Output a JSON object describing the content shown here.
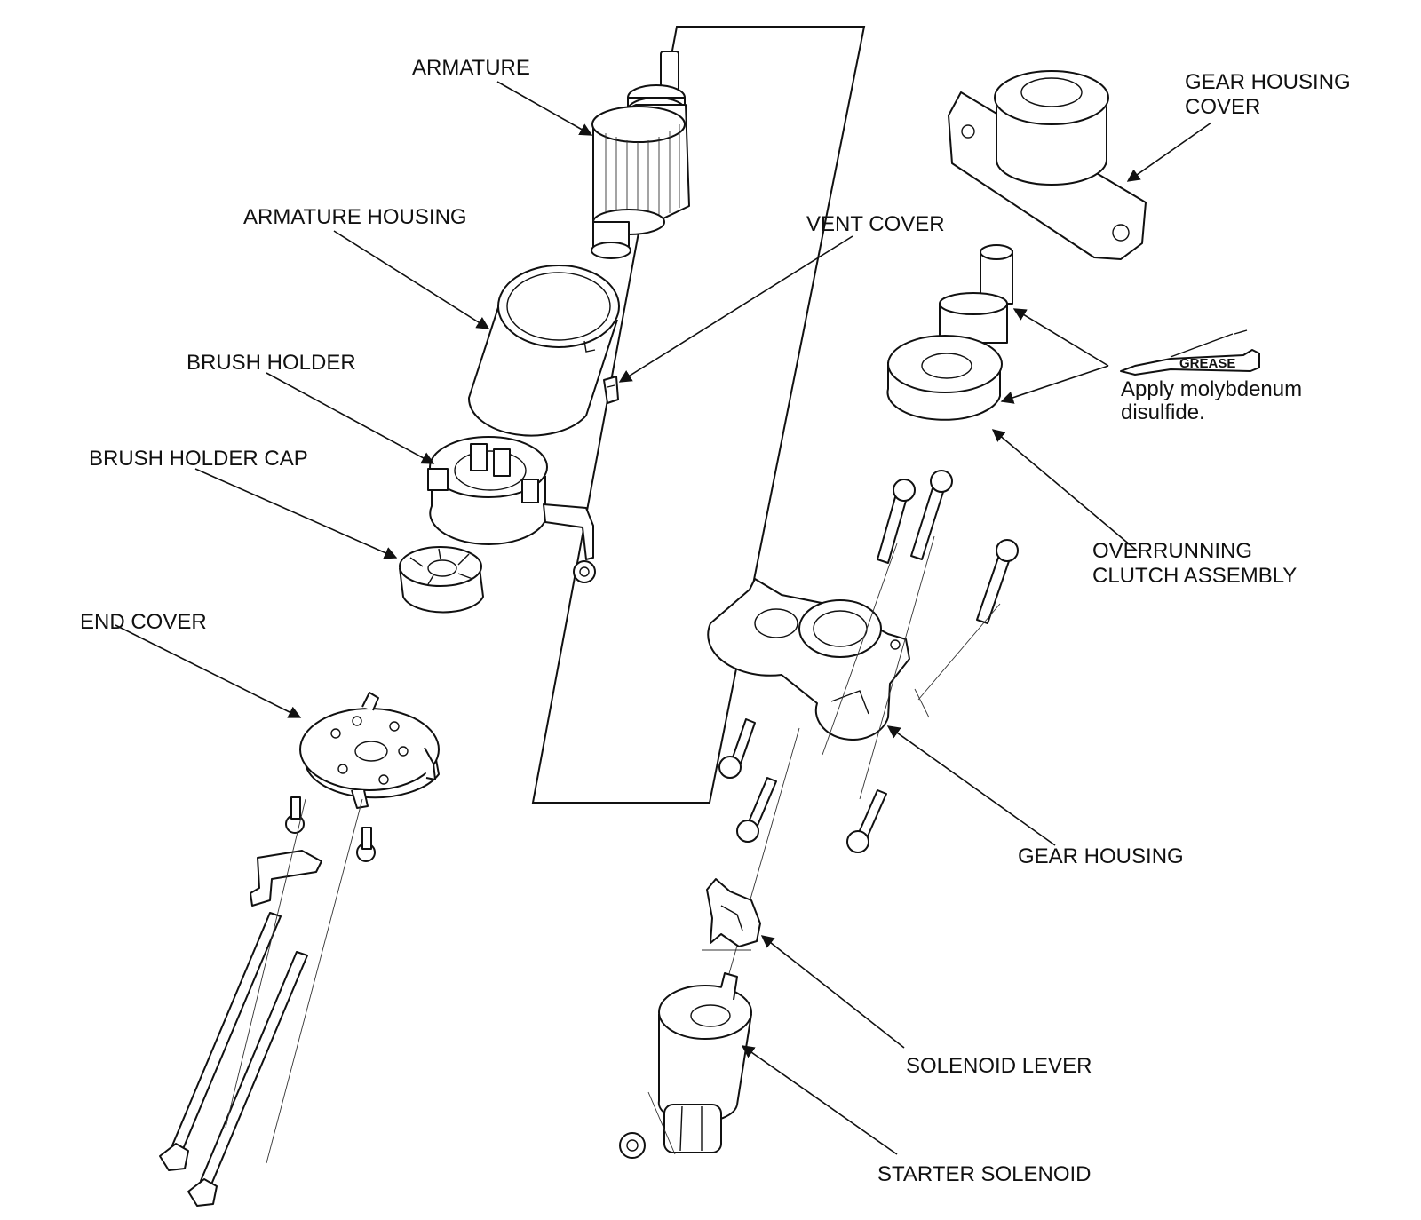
{
  "labels": {
    "armature": "ARMATURE",
    "armature_housing": "ARMATURE HOUSING",
    "brush_holder": "BRUSH HOLDER",
    "brush_holder_cap": "BRUSH HOLDER CAP",
    "end_cover": "END COVER",
    "vent_cover": "VENT COVER",
    "gear_housing_cover_1": "GEAR HOUSING",
    "gear_housing_cover_2": "COVER",
    "overrunning_clutch_1": "OVERRUNNING",
    "overrunning_clutch_2": "CLUTCH ASSEMBLY",
    "gear_housing": "GEAR HOUSING",
    "solenoid_lever": "SOLENOID LEVER",
    "starter_solenoid": "STARTER SOLENOID"
  },
  "grease_note": {
    "tube_label": "GREASE",
    "line1": "Apply molybdenum",
    "line2": "disulfide."
  }
}
